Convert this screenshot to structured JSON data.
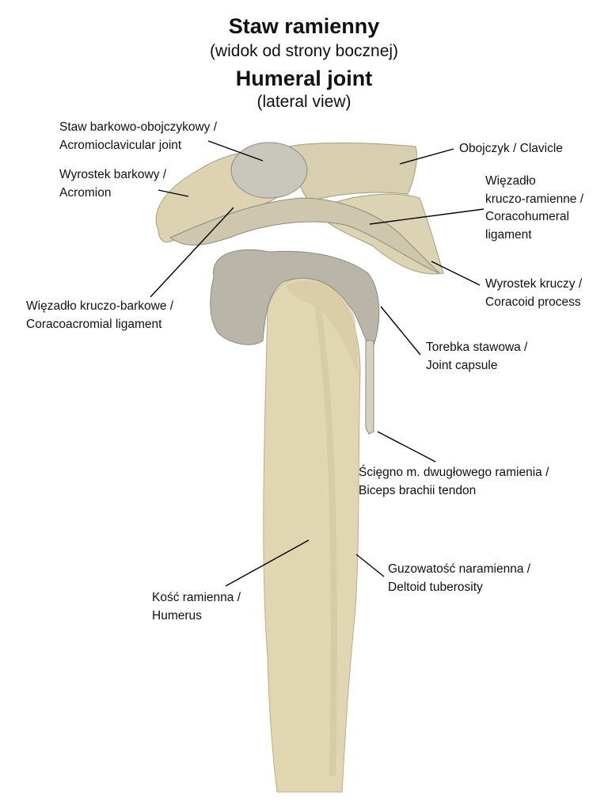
{
  "title": {
    "pl": "Staw ramienny",
    "pl_sub": "(widok od strony bocznej)",
    "en": "Humeral joint",
    "en_sub": "(lateral view)"
  },
  "labels": {
    "acromioclavicular": [
      "Staw barkowo-obojczykowy /",
      "Acromioclavicular joint"
    ],
    "acromion": [
      "Wyrostek barkowy /",
      "Acromion"
    ],
    "clavicle": [
      "Obojczyk / Clavicle"
    ],
    "coracohumeral": [
      "Więzadło",
      "kruczo-ramienne /",
      "Coracohumeral",
      "ligament"
    ],
    "coracoid": [
      "Wyrostek kruczy /",
      "Coracoid process"
    ],
    "coracoacromial": [
      "Więzadło kruczo-barkowe /",
      "Coracoacromial ligament"
    ],
    "capsule": [
      "Torebka stawowa /",
      "Joint capsule"
    ],
    "biceps": [
      "Ścięgno m. dwugłowego ramienia /",
      "Biceps brachii tendon"
    ],
    "deltoid": [
      "Guzowatość naramienna /",
      "Deltoid tuberosity"
    ],
    "humerus": [
      "Kość ramienna /",
      "Humerus"
    ]
  },
  "colors": {
    "bone": "#e2d9b8",
    "bone_shade": "#c9bf9c",
    "capsule": "#b7b4a8",
    "line": "#000000"
  }
}
